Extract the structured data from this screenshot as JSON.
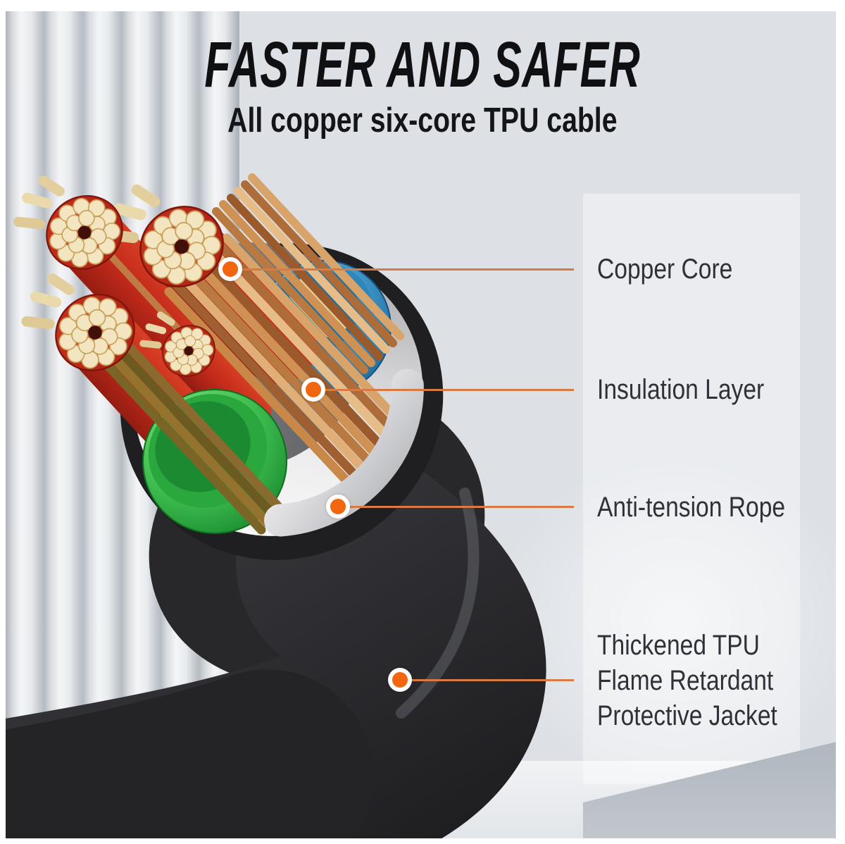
{
  "header": {
    "title": "FASTER AND SAFER",
    "subtitle": "All copper six-core TPU cable"
  },
  "annotations": [
    {
      "id": "copper-core",
      "lines": [
        "Copper Core"
      ]
    },
    {
      "id": "insulation-layer",
      "lines": [
        "Insulation Layer"
      ]
    },
    {
      "id": "anti-tension-rope",
      "lines": [
        "Anti-tension Rope"
      ]
    },
    {
      "id": "tpu-jacket",
      "lines": [
        "Thickened TPU",
        "Flame Retardant",
        "Protective Jacket"
      ]
    }
  ],
  "icons": {
    "marker_dot": "orange filled circle with white ring"
  },
  "colors": {
    "background": "#dde1e6",
    "accent_orange": "#f2660f",
    "leader_line": "#d87a43",
    "title_color": "#101013",
    "label_color": "#2e3238",
    "jacket_black": "#26262a",
    "sheath_gray": "#c6c7ca",
    "insulation_blue": "#2e7fb3",
    "insulation_green": "#2aa63e",
    "core_wrap_red": "#c5271c",
    "copper": "#c98a52",
    "strand_cream": "#f3e5bf"
  }
}
